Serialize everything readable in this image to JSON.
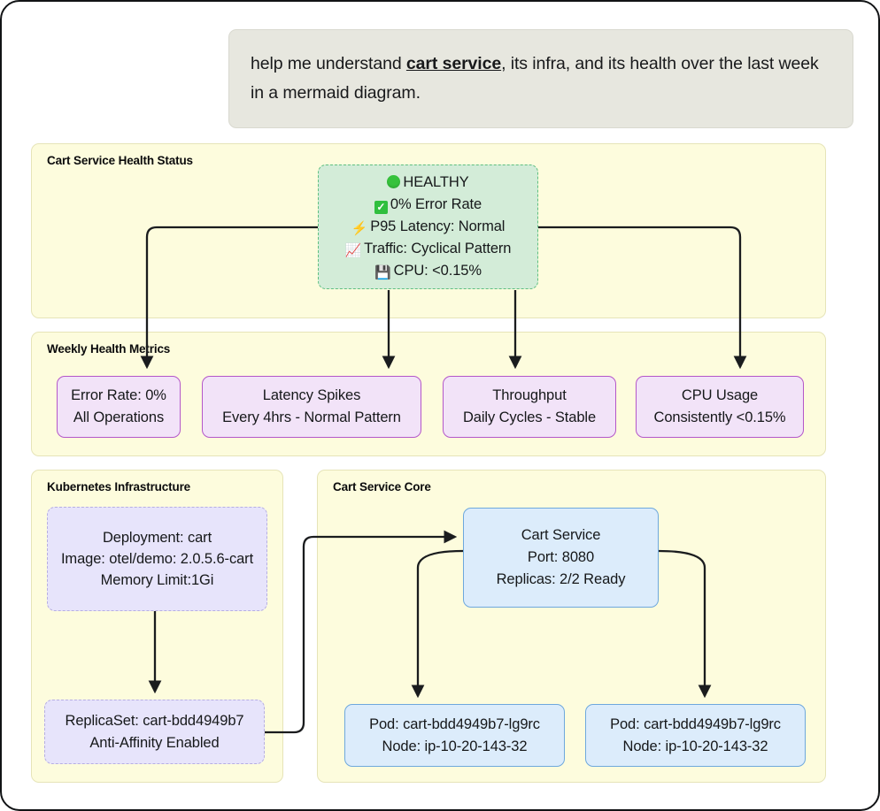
{
  "prompt": {
    "text_before": "help me understand ",
    "emphasis": "cart service",
    "text_after": ", its infra, and its health over the last week in a mermaid diagram."
  },
  "diagram": {
    "subgraphs": [
      {
        "id": "health",
        "title": "Cart Service Health Status"
      },
      {
        "id": "metrics",
        "title": "Weekly Health Metrics"
      },
      {
        "id": "k8s",
        "title": "Kubernetes Infrastructure"
      },
      {
        "id": "core",
        "title": "Cart Service Core"
      }
    ],
    "health_node": {
      "lines": [
        {
          "icon": "green-circle-icon",
          "text": "HEALTHY"
        },
        {
          "icon": "check-mark-icon",
          "text": "0% Error Rate"
        },
        {
          "icon": "lightning-bolt-icon",
          "text": "P95 Latency: Normal"
        },
        {
          "icon": "chart-increasing-icon",
          "text": "Traffic: Cyclical Pattern"
        },
        {
          "icon": "floppy-disk-icon",
          "text": "CPU: <0.15%"
        }
      ]
    },
    "metrics": [
      {
        "line1": "Error Rate: 0%",
        "line2": "All Operations"
      },
      {
        "line1": "Latency Spikes",
        "line2": "Every 4hrs - Normal Pattern"
      },
      {
        "line1": "Throughput",
        "line2": "Daily Cycles - Stable"
      },
      {
        "line1": "CPU Usage",
        "line2": "Consistently <0.15%"
      }
    ],
    "infra": {
      "deployment": {
        "line1": "Deployment: cart",
        "line2": "Image: otel/demo: 2.0.5.6-cart",
        "line3": "Memory Limit:1Gi"
      },
      "replicaset": {
        "line1": "ReplicaSet: cart-bdd4949b7",
        "line2": "Anti-Affinity Enabled"
      }
    },
    "core": {
      "service": {
        "line1": "Cart Service",
        "line2": "Port: 8080",
        "line3": "Replicas: 2/2 Ready"
      },
      "pods": [
        {
          "line1": "Pod: cart-bdd4949b7-lg9rc",
          "line2": "Node: ip-10-20-143-32"
        },
        {
          "line1": "Pod: cart-bdd4949b7-lg9rc",
          "line2": "Node: ip-10-20-143-32"
        }
      ]
    },
    "colors": {
      "subgraph_bg": "#fdfcdd",
      "health_bg": "#d3ecd8",
      "health_border": "#5fbf80",
      "metric_bg": "#f2e3f8",
      "metric_border": "#b457c9",
      "infra_bg": "#e7e4fb",
      "infra_border": "#b6aee2",
      "service_bg": "#dcecfb",
      "service_border": "#6ea8dd",
      "edge": "#1a1c1e",
      "prompt_bg": "#e7e7df"
    }
  }
}
